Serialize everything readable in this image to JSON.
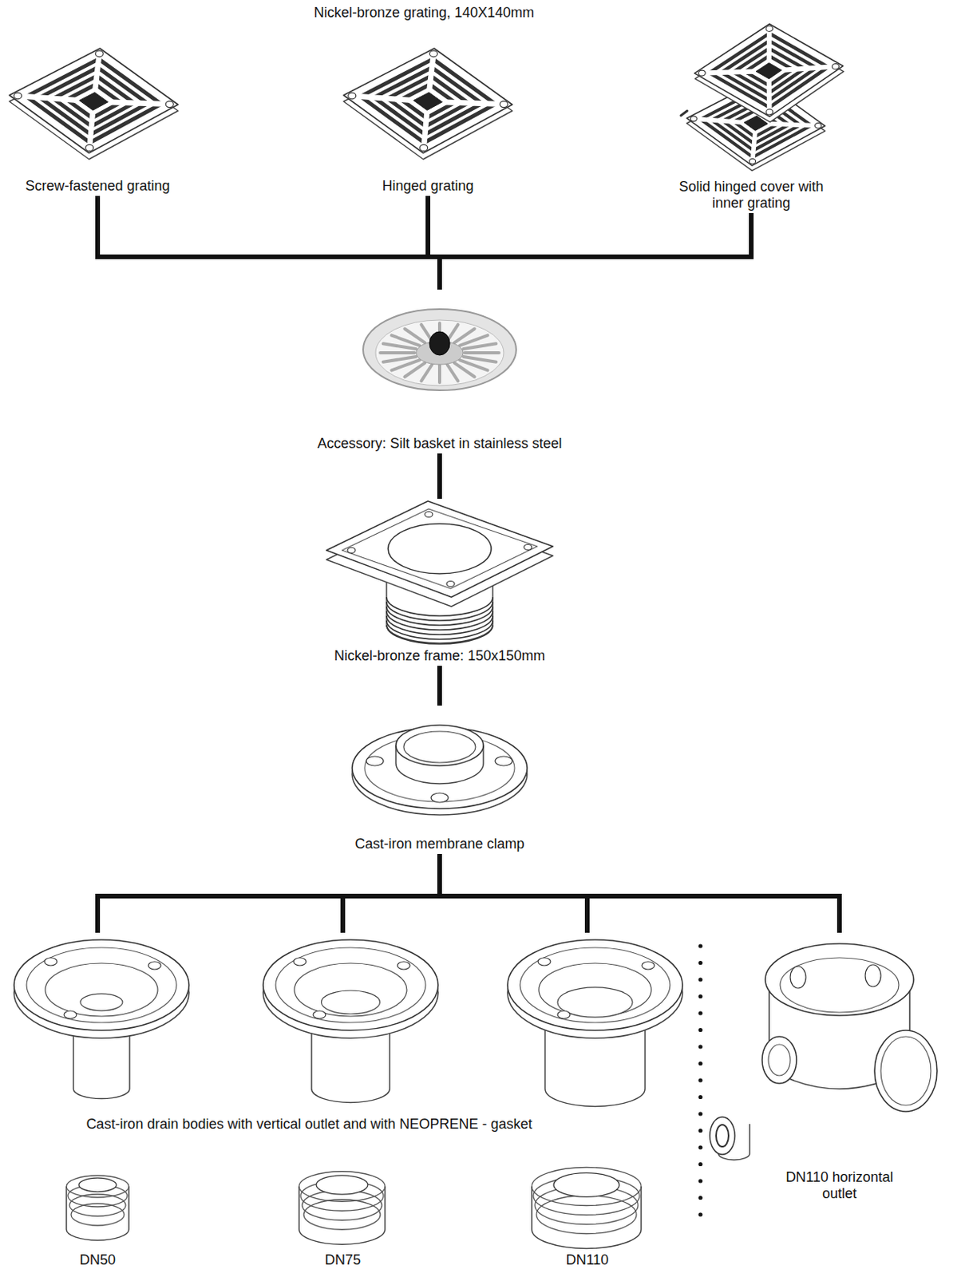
{
  "diagram": {
    "title": "Nickel-bronze grating, 140X140mm",
    "nodes": [
      {
        "text": [
          "Screw-fastened grating"
        ]
      },
      {
        "text": [
          "Hinged grating"
        ]
      },
      {
        "text": [
          "Solid hinged cover with inner grating"
        ]
      },
      {
        "text": [
          "Accessory: Silt basket in stainless steel"
        ]
      },
      {
        "text": [
          "Nickel-bronze frame: 150x150mm"
        ]
      },
      {
        "text": [
          "Cast-iron membrane clamp"
        ]
      },
      {
        "text": [
          "DN50"
        ]
      },
      {
        "text": [
          "DN75"
        ]
      },
      {
        "text": [
          "DN110"
        ]
      },
      {
        "text": [
          "DN110 horizontal outlet"
        ]
      }
    ],
    "edges": [
      {
        "from": 0,
        "to": 3,
        "arrow": "none"
      },
      {
        "from": 1,
        "to": 3,
        "arrow": "none"
      },
      {
        "from": 2,
        "to": 3,
        "arrow": "none"
      },
      {
        "from": 3,
        "to": 4,
        "arrow": "none"
      },
      {
        "from": 4,
        "to": 5,
        "arrow": "none"
      },
      {
        "from": 5,
        "to": 6,
        "arrow": "none"
      },
      {
        "from": 5,
        "to": 7,
        "arrow": "none"
      },
      {
        "from": 5,
        "to": 8,
        "arrow": "none"
      },
      {
        "from": 5,
        "to": 9,
        "arrow": "none"
      }
    ],
    "labels": [
      "Cast-iron drain bodies with vertical outlet and with NEOPRENE - gasket"
    ]
  }
}
